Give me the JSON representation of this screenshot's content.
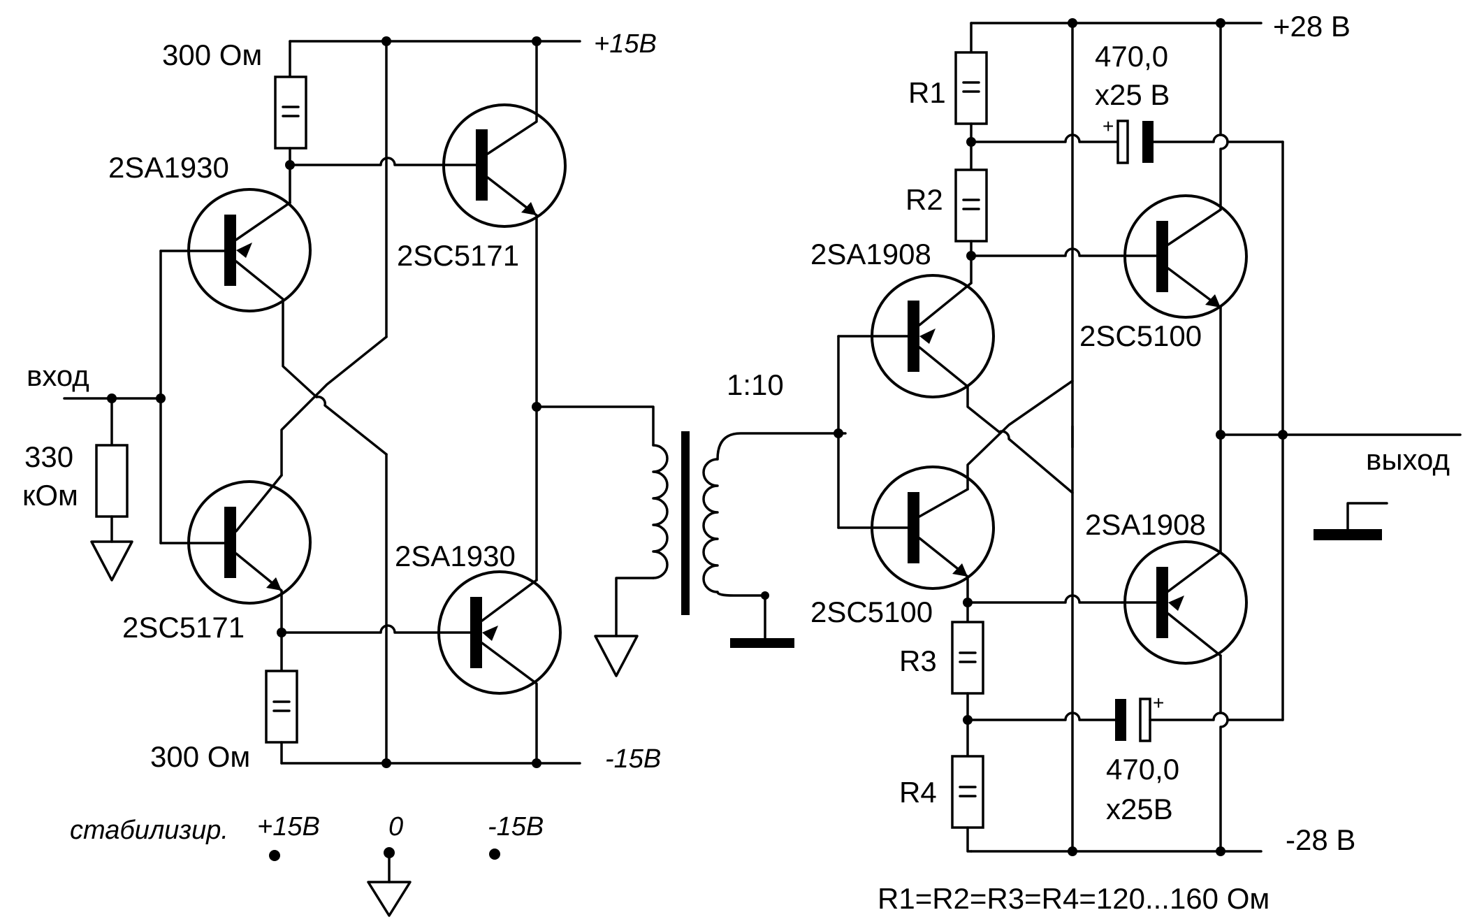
{
  "left_stage": {
    "resistor_top": "300 Ом",
    "resistor_bottom": "300 Ом",
    "input_resistor": [
      "330",
      "кОм"
    ],
    "input_label": "вход",
    "transistor_top_left": "2SA1930",
    "transistor_top_right": "2SC5171",
    "transistor_bottom_left": "2SC5171",
    "transistor_bottom_right": "2SA1930",
    "rail_pos": "+15В",
    "rail_neg": "-15В"
  },
  "supply_legend": {
    "caption": "стабилизир.",
    "pos": "+15В",
    "zero": "0",
    "neg": "-15В"
  },
  "transformer": {
    "ratio": "1:10"
  },
  "right_stage": {
    "rail_pos": "+28 В",
    "rail_neg": "-28 В",
    "r1": "R1",
    "r2": "R2",
    "r3": "R3",
    "r4": "R4",
    "cap_top": [
      "470,0",
      "х25 В"
    ],
    "cap_bottom": [
      "470,0",
      "х25В"
    ],
    "cap_plus": "+",
    "driver_top": "2SA1908",
    "driver_bottom": "2SC5100",
    "output_top": "2SC5100",
    "output_bottom": "2SA1908",
    "output_label": "выход",
    "resistor_note": "R1=R2=R3=R4=120...160 Ом"
  }
}
